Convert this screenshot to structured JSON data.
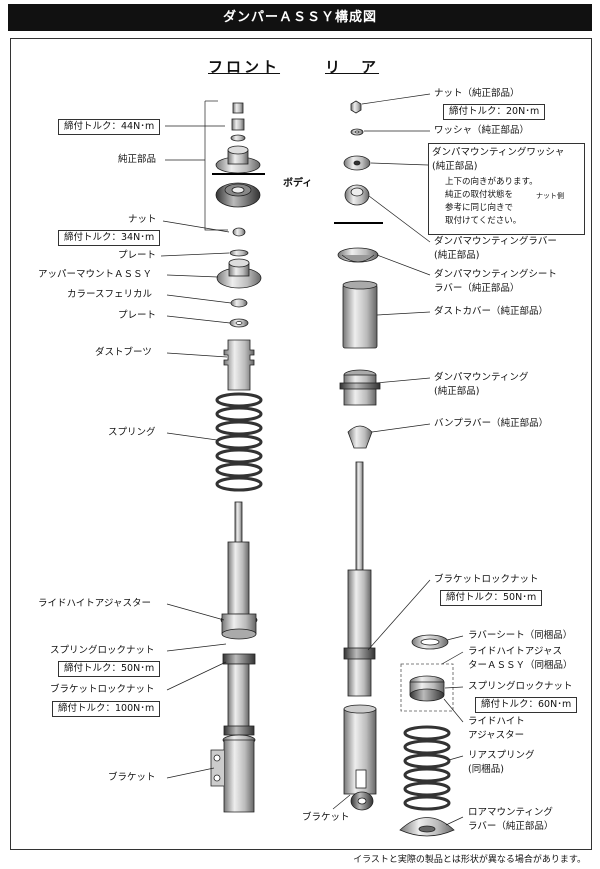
{
  "title": "ダンパーＡＳＳＹ構成図",
  "headings": {
    "front": "フロント",
    "rear": "リ　ア"
  },
  "body_label": "ボディ",
  "front_labels": {
    "torque_44": "締付トルク：44N･m",
    "oem_part": "純正部品",
    "nut": "ナット",
    "torque_34": "締付トルク：34N･m",
    "plate_upper": "プレート",
    "upper_mount": "アッパーマウントＡＳＳＹ",
    "spherical_collar": "カラースフェリカル",
    "plate_lower": "プレート",
    "dust_boot": "ダストブーツ",
    "spring": "スプリング",
    "ride_height_adjuster": "ライドハイトアジャスター",
    "spring_lock_nut": "スプリングロックナット",
    "torque_50": "締付トルク：50N･m",
    "bracket_lock_nut": "ブラケットロックナット",
    "torque_100": "締付トルク：100N･m",
    "bracket": "ブラケット"
  },
  "rear_labels": {
    "nut": "ナット（純正部品）",
    "torque_20": "締付トルク：20N･m",
    "washer": "ワッシャ（純正部品）",
    "mount_washer_1": "ダンパマウンティングワッシャ",
    "mount_washer_2": "(純正部品)",
    "mount_washer_note_1": "上下の向きがあります。",
    "mount_washer_note_2": "純正の取付状態を",
    "mount_washer_note_3": "参考に同じ向きで",
    "mount_washer_note_4": "取付けてください。",
    "nut_side": "ナット側",
    "mount_rubber_1": "ダンパマウンティングラバー",
    "mount_rubber_2": "(純正部品)",
    "seat_rubber_1": "ダンパマウンティングシート",
    "seat_rubber_2": "ラバー（純正部品）",
    "dust_cover": "ダストカバー（純正部品）",
    "damper_mounting_1": "ダンパマウンティング",
    "damper_mounting_2": "(純正部品)",
    "bump_rubber": "バンプラバー（純正部品）",
    "bracket_lock_nut": "ブラケットロックナット",
    "torque_50": "締付トルク：50N･m",
    "rubber_sheet": "ラバーシート（同梱品）",
    "rh_adjuster_1": "ライドハイトアジャス",
    "rh_adjuster_2": "ターＡＳＳＹ（同梱品）",
    "spring_lock_nut": "スプリングロックナット",
    "torque_60": "締付トルク：60N･m",
    "rh_adjuster_b_1": "ライドハイト",
    "rh_adjuster_b_2": "アジャスター",
    "rear_spring_1": "リアスプリング",
    "rear_spring_2": "(同梱品)",
    "bracket": "ブラケット",
    "lower_mount_rubber_1": "ロアマウンティング",
    "lower_mount_rubber_2": "ラバー（純正部品）"
  },
  "footnote": "イラストと実際の製品とは形状が異なる場合があります。"
}
